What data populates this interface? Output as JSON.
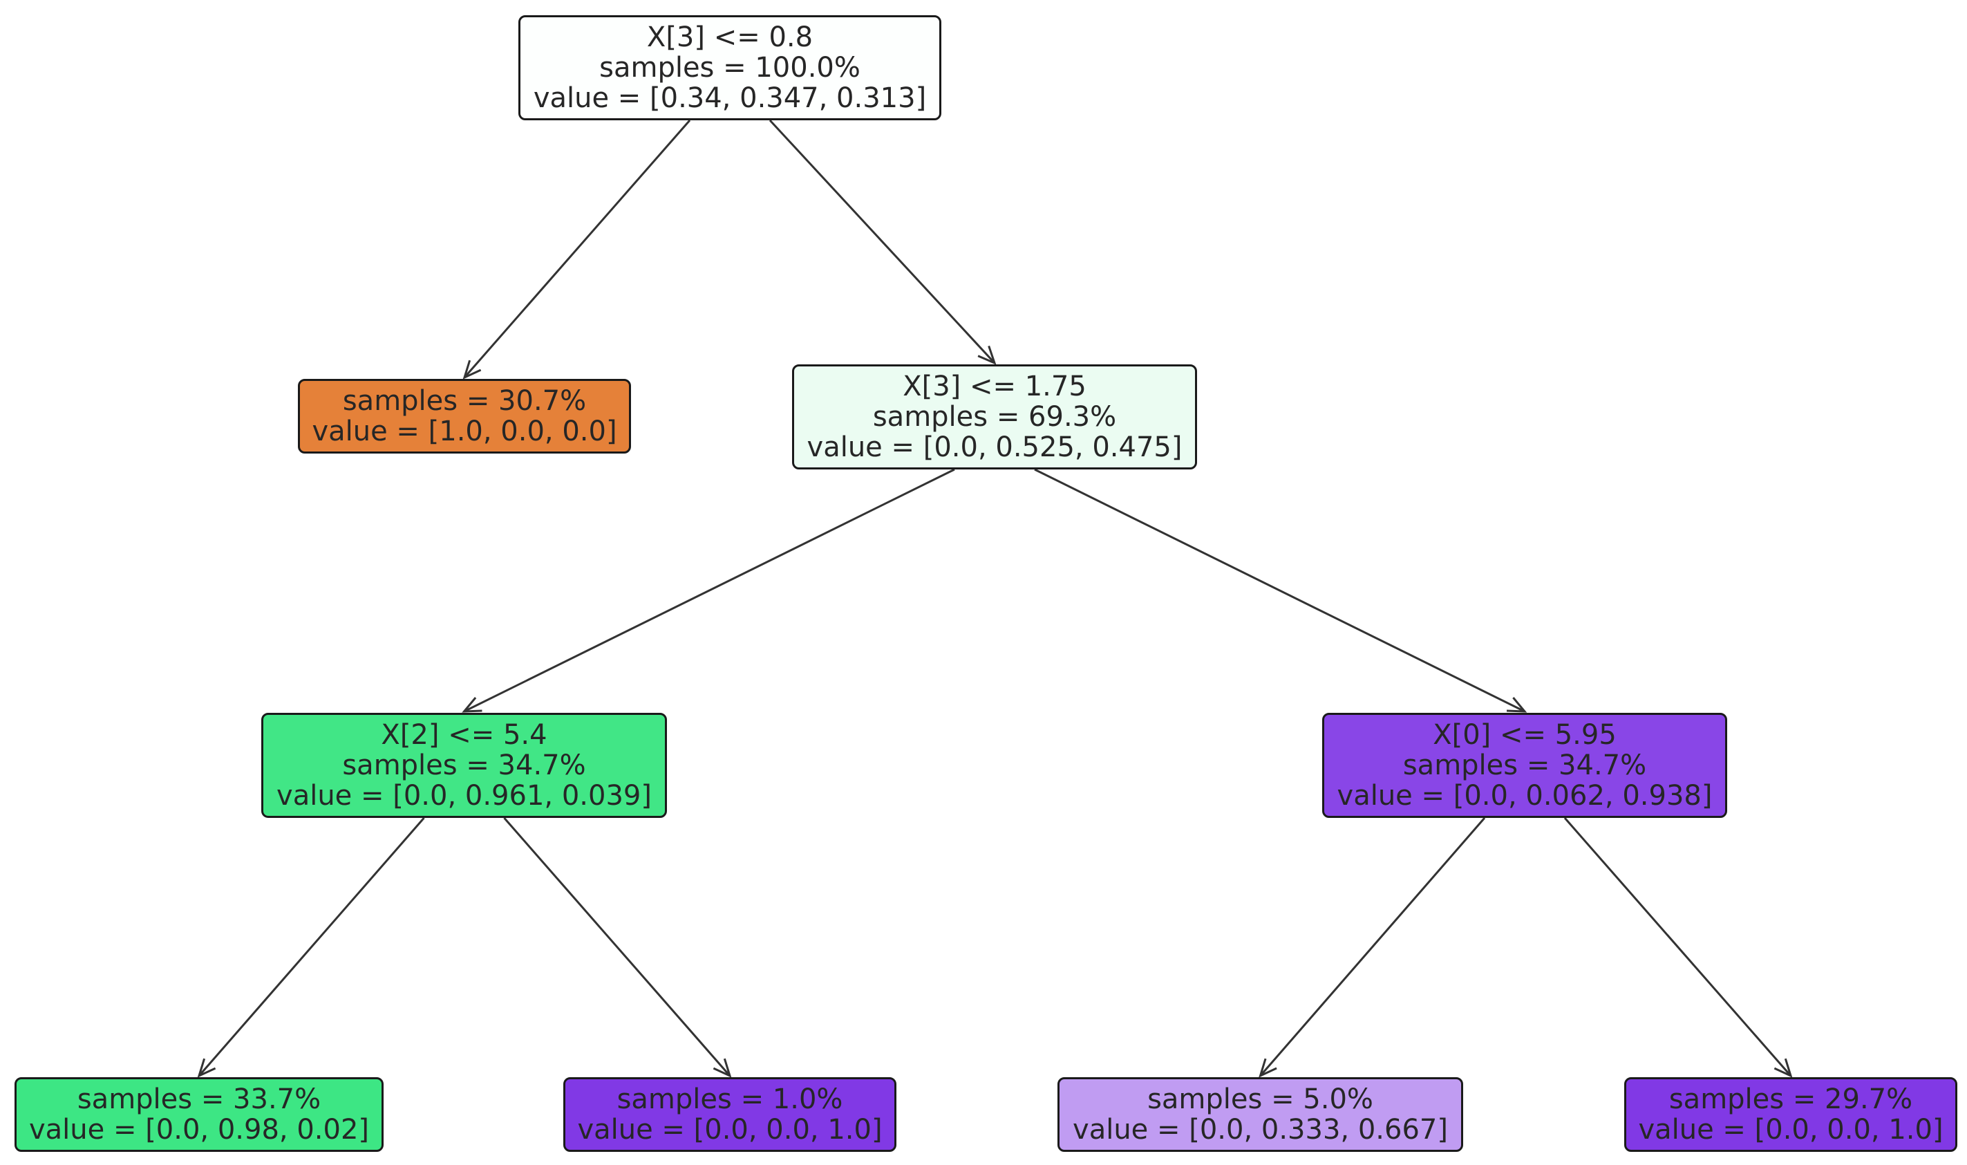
{
  "tree": {
    "nodes": [
      {
        "id": "root",
        "lines": [
          "X[3] <= 0.8",
          "samples = 100.0%",
          "value = [0.34, 0.347, 0.313]"
        ],
        "fill": "#fdfffe"
      },
      {
        "id": "n1",
        "lines": [
          "samples = 30.7%",
          "value = [1.0, 0.0, 0.0]"
        ],
        "fill": "#e58139"
      },
      {
        "id": "n2",
        "lines": [
          "X[3] <= 1.75",
          "samples = 69.3%",
          "value = [0.0, 0.525, 0.475]"
        ],
        "fill": "#ebfcf2"
      },
      {
        "id": "n3",
        "lines": [
          "X[2] <= 5.4",
          "samples = 34.7%",
          "value = [0.0, 0.961, 0.039]"
        ],
        "fill": "#41e686"
      },
      {
        "id": "n4",
        "lines": [
          "X[0] <= 5.95",
          "samples = 34.7%",
          "value = [0.0, 0.062, 0.938]"
        ],
        "fill": "#8946e7"
      },
      {
        "id": "n5",
        "lines": [
          "samples = 33.7%",
          "value = [0.0, 0.98, 0.02]"
        ],
        "fill": "#3de684"
      },
      {
        "id": "n6",
        "lines": [
          "samples = 1.0%",
          "value = [0.0, 0.0, 1.0]"
        ],
        "fill": "#8139e5"
      },
      {
        "id": "n7",
        "lines": [
          "samples = 5.0%",
          "value = [0.0, 0.333, 0.667]"
        ],
        "fill": "#c09cf2"
      },
      {
        "id": "n8",
        "lines": [
          "samples = 29.7%",
          "value = [0.0, 0.0, 1.0]"
        ],
        "fill": "#8139e5"
      }
    ],
    "edges": [
      {
        "from": "root",
        "to": "n1"
      },
      {
        "from": "root",
        "to": "n2"
      },
      {
        "from": "n2",
        "to": "n3"
      },
      {
        "from": "n2",
        "to": "n4"
      },
      {
        "from": "n3",
        "to": "n5"
      },
      {
        "from": "n3",
        "to": "n6"
      },
      {
        "from": "n4",
        "to": "n7"
      },
      {
        "from": "n4",
        "to": "n8"
      }
    ],
    "colors": {
      "border": "#1a1a1a",
      "edge": "#333333",
      "text": "#262626"
    }
  }
}
